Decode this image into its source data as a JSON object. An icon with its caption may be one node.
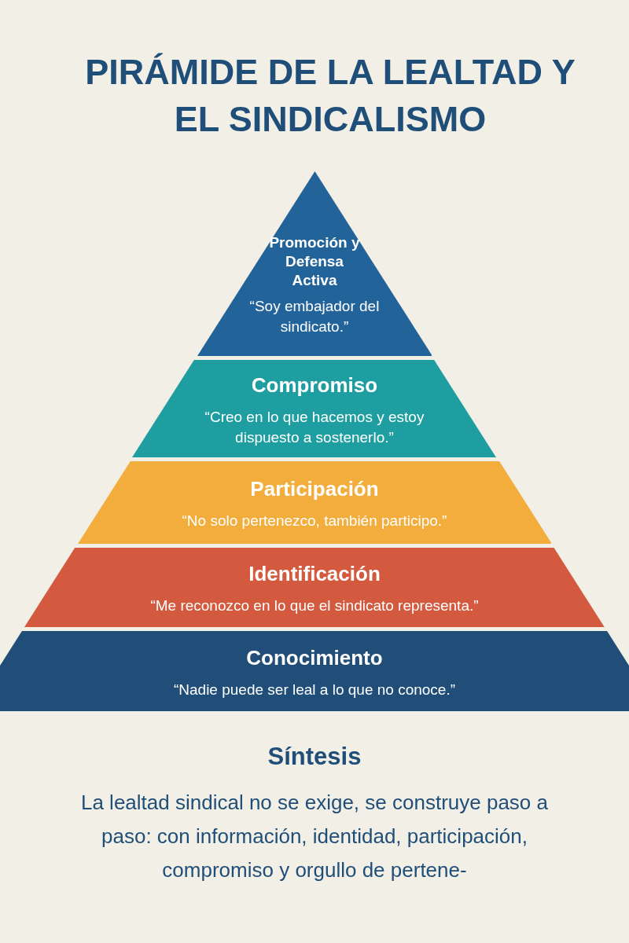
{
  "diagram": {
    "title": "PIRÁMIDE DE LA LEALTAD Y EL SINDICALISMO",
    "nodes": [
      {
        "text": [
          "Promoción y Defensa Activa",
          "“Soy embajador del sindicato.”"
        ]
      },
      {
        "text": [
          "Compromiso",
          "“Creo en lo que hacemos y estoy dispuesto a sostenerlo.”"
        ]
      },
      {
        "text": [
          "Participación",
          "“No solo pertenezco, también participo.”"
        ]
      },
      {
        "text": [
          "Identificación",
          "“Me reconozco en lo que el sindicato representa.”"
        ]
      },
      {
        "text": [
          "Conocimiento",
          "“Nadie puede ser leal a lo que no conoce.”"
        ]
      }
    ],
    "labels": [
      "Síntesis",
      "La lealtad sindical no se exige, se construye paso a paso: con información, identidad, participación, compromiso y orgullo de pertene-"
    ]
  }
}
